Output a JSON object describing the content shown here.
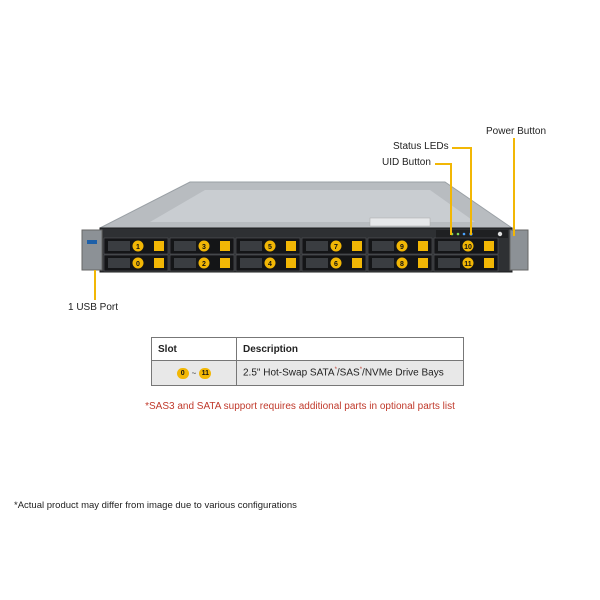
{
  "callouts": {
    "power": "Power Button",
    "status": "Status LEDs",
    "uid": "UID Button",
    "usb": "1 USB Port"
  },
  "bays": [
    "1",
    "3",
    "5",
    "7",
    "9",
    "10",
    "0",
    "2",
    "4",
    "6",
    "8",
    "11"
  ],
  "table": {
    "headers": [
      "Slot",
      "Description"
    ],
    "row": {
      "slot_start": "0",
      "slot_sep": "~",
      "slot_end": "11",
      "desc_a": "2.5\" Hot-Swap SATA",
      "desc_b": "/SAS",
      "desc_c": "/NVMe  Drive Bays",
      "sup": "*"
    }
  },
  "notes": {
    "red": "*SAS3 and SATA support requires additional parts in optional parts list",
    "bottom": "*Actual product may differ from image due to various configurations"
  },
  "colors": {
    "accent": "#f2b705",
    "note": "#c0392b"
  }
}
